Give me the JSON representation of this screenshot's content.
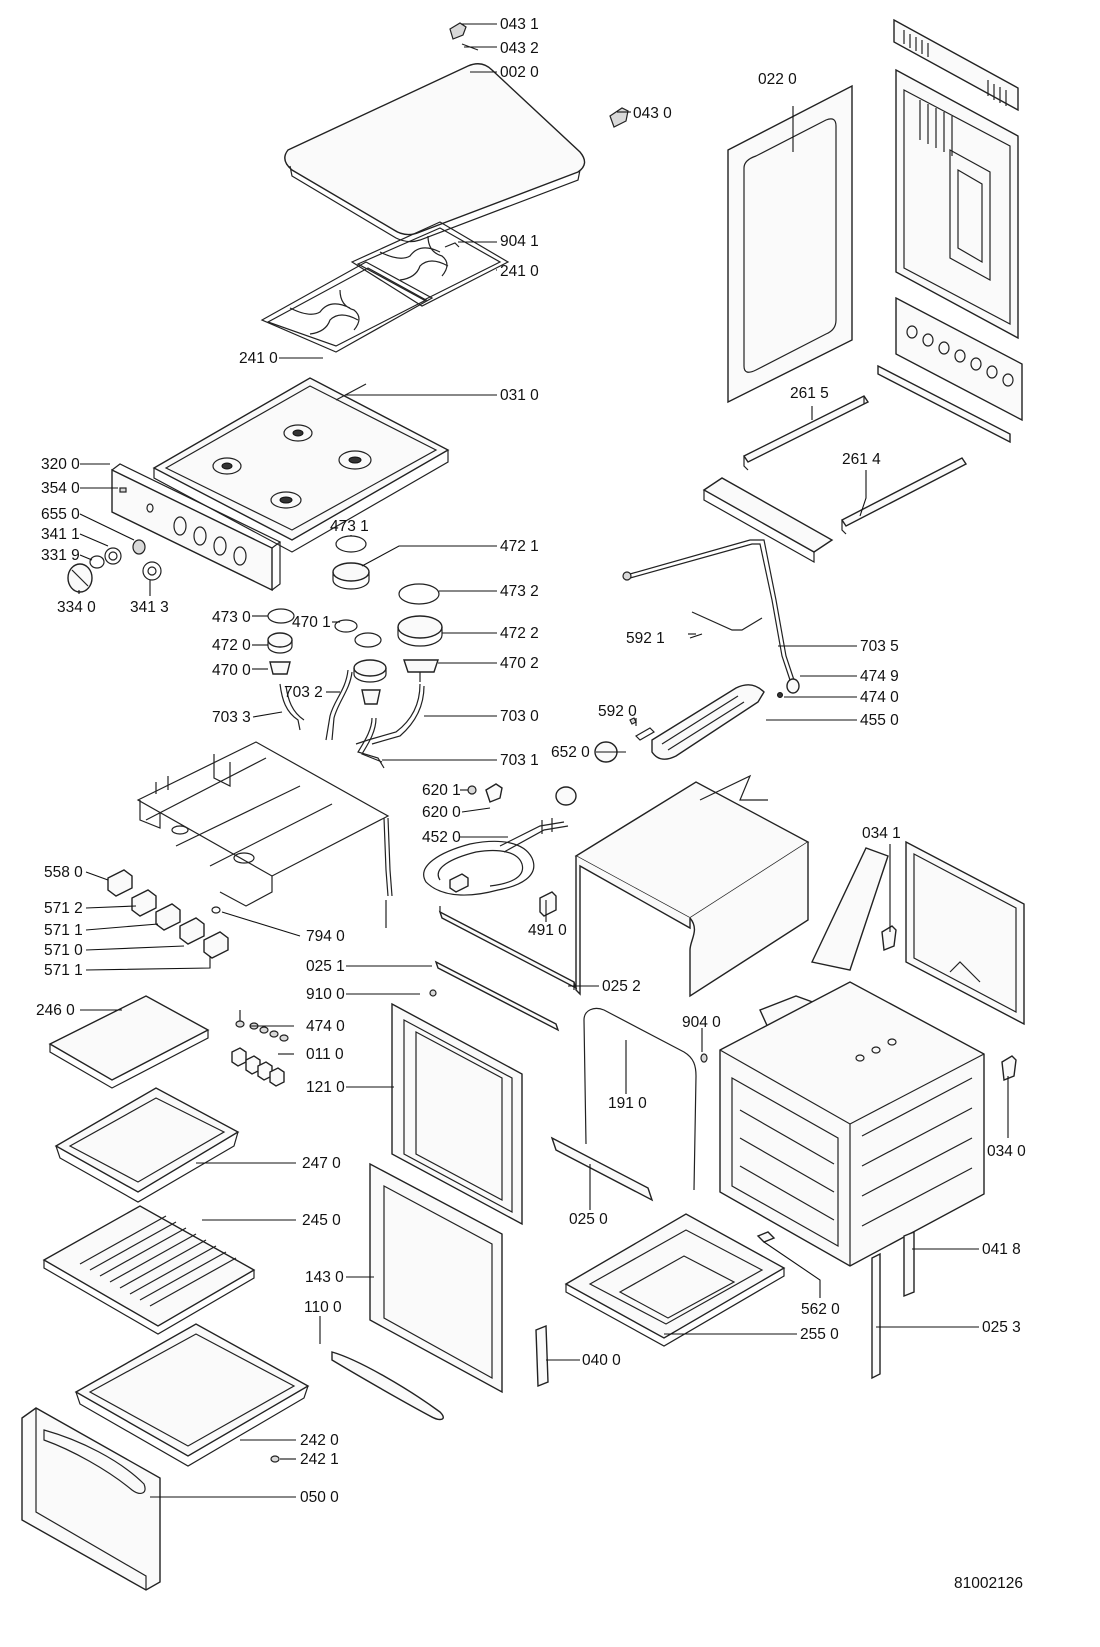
{
  "callouts": [
    {
      "id": "c0431",
      "label": "043 1"
    },
    {
      "id": "c0432",
      "label": "043 2"
    },
    {
      "id": "c0020",
      "label": "002 0"
    },
    {
      "id": "c0430",
      "label": "043 0"
    },
    {
      "id": "c9041a",
      "label": "904 1"
    },
    {
      "id": "c2410a",
      "label": "241 0"
    },
    {
      "id": "c2410b",
      "label": "241 0"
    },
    {
      "id": "c0310",
      "label": "031 0"
    },
    {
      "id": "c3200",
      "label": "320 0"
    },
    {
      "id": "c3540",
      "label": "354 0"
    },
    {
      "id": "c6550",
      "label": "655 0"
    },
    {
      "id": "c3411",
      "label": "341 1"
    },
    {
      "id": "c3319",
      "label": "331 9"
    },
    {
      "id": "c3340",
      "label": "334 0"
    },
    {
      "id": "c3413",
      "label": "341 3"
    },
    {
      "id": "c4731",
      "label": "473 1"
    },
    {
      "id": "c4721",
      "label": "472 1"
    },
    {
      "id": "c4732",
      "label": "473 2"
    },
    {
      "id": "c4730",
      "label": "473 0"
    },
    {
      "id": "c4701",
      "label": "470 1"
    },
    {
      "id": "c4722",
      "label": "472 2"
    },
    {
      "id": "c4720",
      "label": "472 0"
    },
    {
      "id": "c4702",
      "label": "470 2"
    },
    {
      "id": "c4700",
      "label": "470 0"
    },
    {
      "id": "c7032",
      "label": "703 2"
    },
    {
      "id": "c7033",
      "label": "703 3"
    },
    {
      "id": "c7030",
      "label": "703 0"
    },
    {
      "id": "c7031",
      "label": "703 1"
    },
    {
      "id": "c0220",
      "label": "022 0"
    },
    {
      "id": "c2615",
      "label": "261 5"
    },
    {
      "id": "c2614",
      "label": "261 4"
    },
    {
      "id": "c5921",
      "label": "592 1"
    },
    {
      "id": "c7035",
      "label": "703 5"
    },
    {
      "id": "c4749",
      "label": "474 9"
    },
    {
      "id": "c4740a",
      "label": "474 0"
    },
    {
      "id": "c5920",
      "label": "592 0"
    },
    {
      "id": "c4550",
      "label": "455 0"
    },
    {
      "id": "c6520",
      "label": "652 0"
    },
    {
      "id": "c6201",
      "label": "620 1"
    },
    {
      "id": "c6200",
      "label": "620 0"
    },
    {
      "id": "c4520",
      "label": "452 0"
    },
    {
      "id": "c0341",
      "label": "034 1"
    },
    {
      "id": "c5580",
      "label": "558 0"
    },
    {
      "id": "c5712",
      "label": "571 2"
    },
    {
      "id": "c5711a",
      "label": "571 1"
    },
    {
      "id": "c5710",
      "label": "571 0"
    },
    {
      "id": "c5711b",
      "label": "571 1"
    },
    {
      "id": "c7940",
      "label": "794 0"
    },
    {
      "id": "c4910",
      "label": "491 0"
    },
    {
      "id": "c0251",
      "label": "025 1"
    },
    {
      "id": "c0252",
      "label": "025 2"
    },
    {
      "id": "c9100",
      "label": "910 0"
    },
    {
      "id": "c2460",
      "label": "246 0"
    },
    {
      "id": "c4740b",
      "label": "474 0"
    },
    {
      "id": "c0110",
      "label": "011 0"
    },
    {
      "id": "c9040",
      "label": "904 0"
    },
    {
      "id": "c1210",
      "label": "121 0"
    },
    {
      "id": "c1910",
      "label": "191 0"
    },
    {
      "id": "c0340",
      "label": "034 0"
    },
    {
      "id": "c2470",
      "label": "247 0"
    },
    {
      "id": "c0250",
      "label": "025 0"
    },
    {
      "id": "c2450",
      "label": "245 0"
    },
    {
      "id": "c0418",
      "label": "041 8"
    },
    {
      "id": "c1430",
      "label": "143 0"
    },
    {
      "id": "c5620",
      "label": "562 0"
    },
    {
      "id": "c1100",
      "label": "110 0"
    },
    {
      "id": "c2550",
      "label": "255 0"
    },
    {
      "id": "c0253",
      "label": "025 3"
    },
    {
      "id": "c0400",
      "label": "040 0"
    },
    {
      "id": "c2420",
      "label": "242 0"
    },
    {
      "id": "c2421",
      "label": "242 1"
    },
    {
      "id": "c0500",
      "label": "050 0"
    }
  ],
  "document_number": "81002126"
}
